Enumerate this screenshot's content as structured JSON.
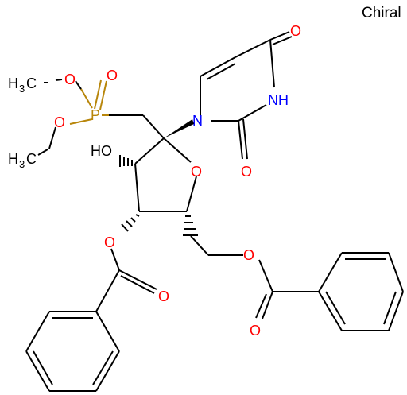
{
  "chiral_label": "Chiral",
  "atoms": {
    "o_uracil_top": "O",
    "o_uracil_mid": "O",
    "nh": "NH",
    "n_uracil": "N",
    "o_ring": "O",
    "ho": "HO",
    "p": "P",
    "o_p_double": "O",
    "o_p_upper": "O",
    "o_p_lower": "O",
    "h3c_upper": "H",
    "h3c_upper_sub": "3",
    "h3c_upper_c": "C",
    "h3c_lower": "H",
    "h3c_lower_sub": "3",
    "h3c_lower_c": "C",
    "o_ester_left": "O",
    "o_carbonyl_left": "O",
    "o_ester_right": "O",
    "o_carbonyl_right": "O"
  },
  "colors": {
    "carbon_bond": "#000000",
    "oxygen": "#ff0000",
    "nitrogen": "#0000ff",
    "phosphorus": "#b8860b"
  }
}
